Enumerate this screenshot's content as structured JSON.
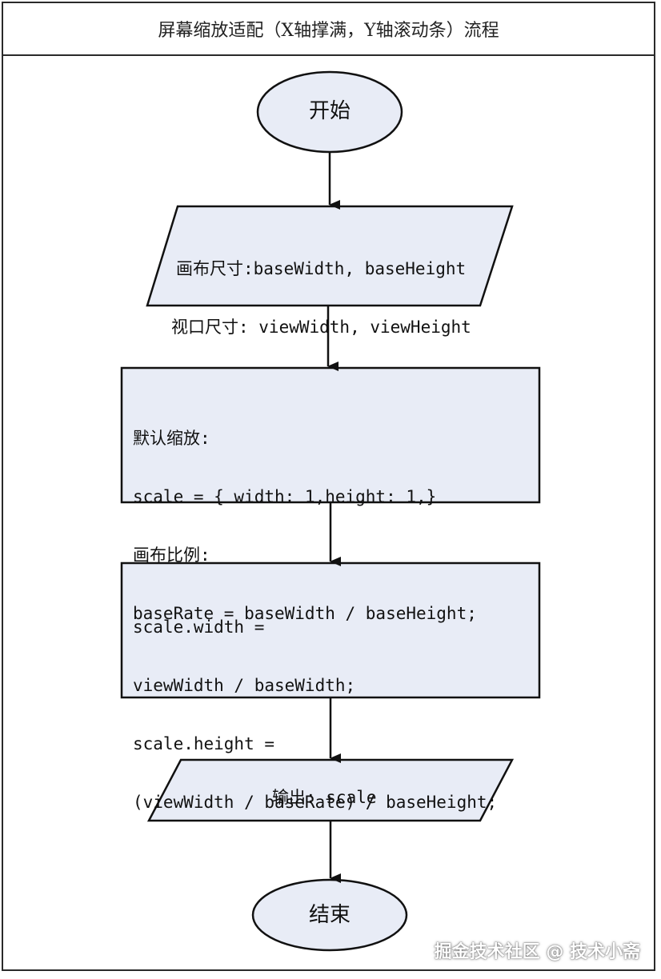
{
  "title": "屏幕缩放适配（X轴撑满，Y轴滚动条）流程",
  "colors": {
    "node_fill": "#e8ecf6",
    "stroke": "#111111"
  },
  "nodes": {
    "start": {
      "label": "开始"
    },
    "input": {
      "lines": [
        "画布尺寸:baseWidth, baseHeight",
        "视口尺寸: viewWidth, viewHeight"
      ]
    },
    "defaults": {
      "lines": [
        "默认缩放:",
        "scale = { width: 1,height: 1,}",
        "画布比例:",
        "baseRate = baseWidth / baseHeight;"
      ]
    },
    "compute": {
      "lines": [
        "scale.width =",
        "viewWidth / baseWidth;",
        "scale.height =",
        "(viewWidth / baseRate) / baseHeight;"
      ]
    },
    "output": {
      "label": "输出: scale"
    },
    "end": {
      "label": "结束"
    }
  },
  "watermark": "掘金技术社区 @ 技术小斋"
}
